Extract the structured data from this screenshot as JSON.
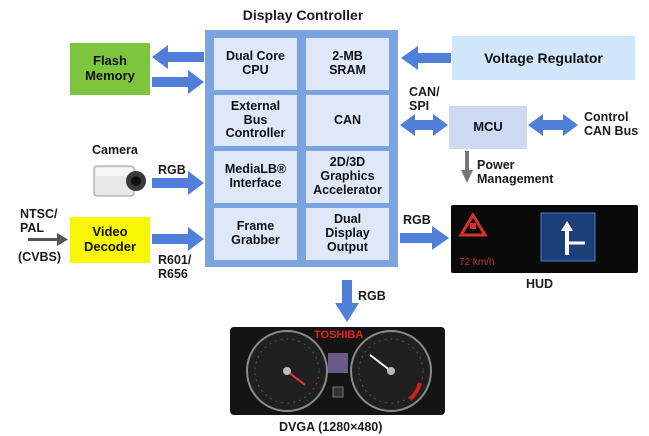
{
  "title": "Display Controller",
  "controller_cells": {
    "cpu": "Dual Core\nCPU",
    "sram": "2-MB\nSRAM",
    "ext_bus": "External\nBus\nController",
    "can": "CAN",
    "medialb": "MediaLB®\nInterface",
    "graphics": "2D/3D\nGraphics\nAccelerator",
    "frame_grabber": "Frame\nGrabber",
    "dual_display": "Dual\nDisplay\nOutput"
  },
  "blocks": {
    "flash": "Flash\nMemory",
    "voltage_regulator": "Voltage Regulator",
    "mcu": "MCU",
    "video_decoder": "Video\nDecoder"
  },
  "labels": {
    "camera": "Camera",
    "rgb_camera": "RGB",
    "ntsc_pal": "NTSC/\nPAL",
    "cvbs": "(CVBS)",
    "r601": "R601/\nR656",
    "can_spi": "CAN/\nSPI",
    "control_can": "Control\nCAN Bus",
    "power_mgmt": "Power\nManagement",
    "rgb_hud": "RGB",
    "hud": "HUD",
    "rgb_dvga": "RGB",
    "dvga": "DVGA (1280×480)"
  },
  "hud_readout": "72 km/h",
  "dvga_brand": "TOSHIBA",
  "colors": {
    "controller": "#7aa3e0",
    "cell": "#dfe8f8",
    "arrow": "#4f7fd8",
    "flash": "#7dc53f",
    "voltage_regulator": "#cfe6fb",
    "mcu": "#cdd9f1",
    "video_decoder": "#f7f700"
  }
}
